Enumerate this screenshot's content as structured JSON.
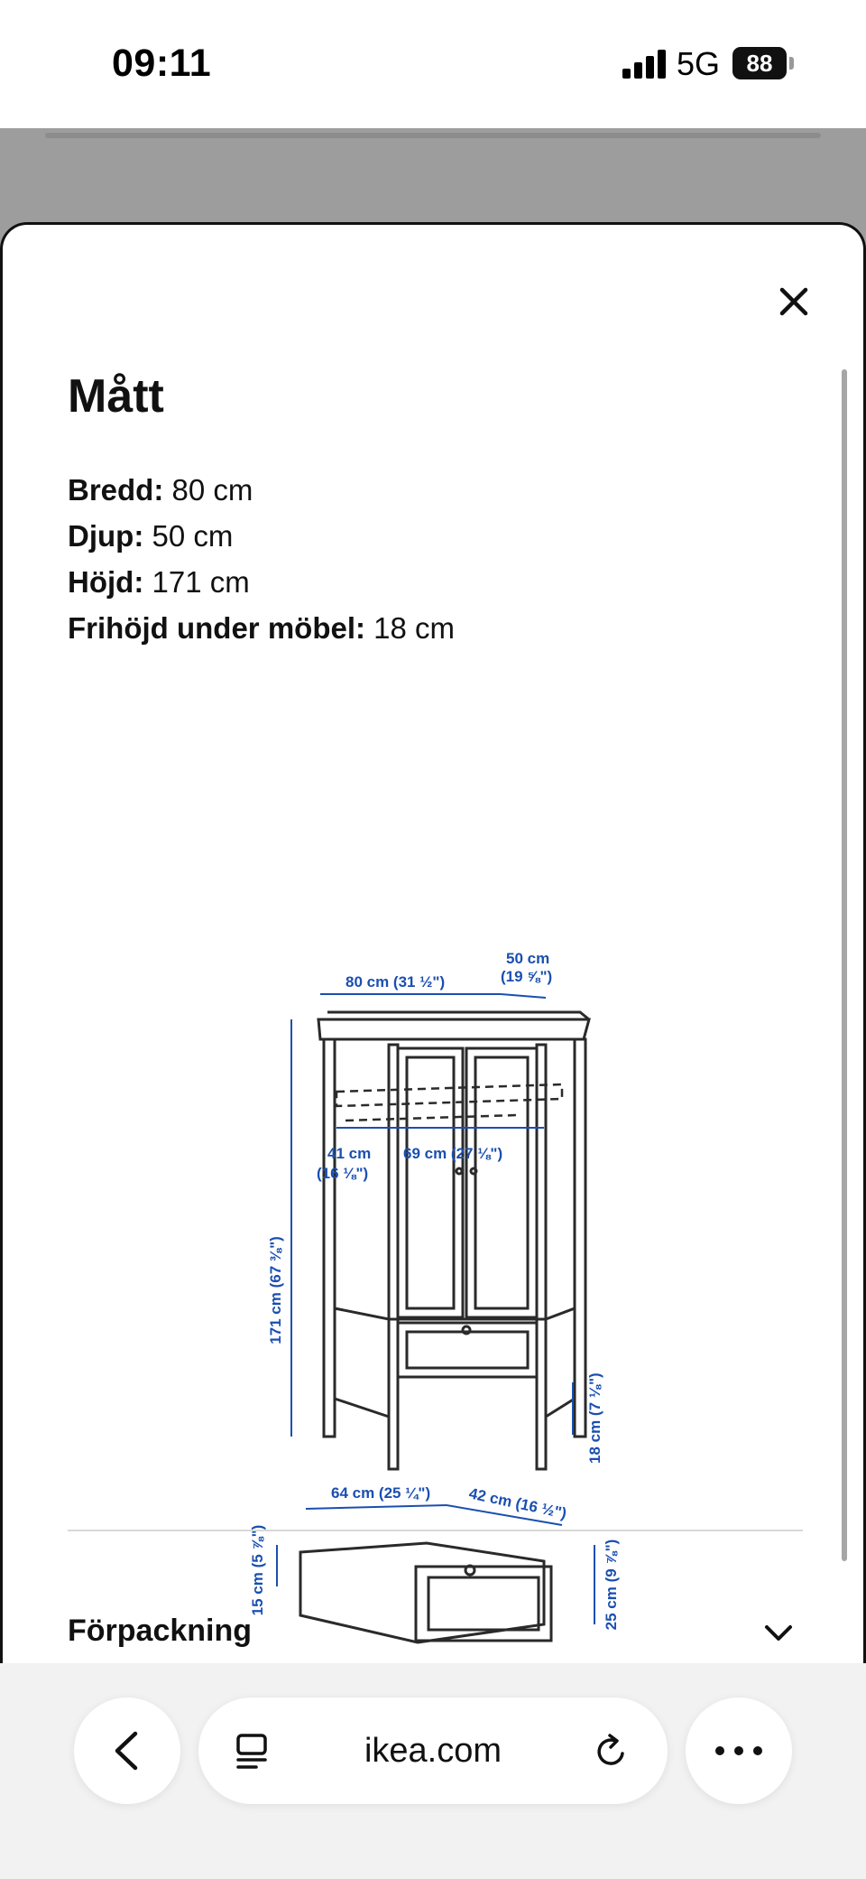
{
  "status_bar": {
    "time": "09:11",
    "network": "5G",
    "battery": "88"
  },
  "sheet": {
    "title": "Mått",
    "specs": [
      {
        "label": "Bredd:",
        "value": "80 cm"
      },
      {
        "label": "Djup:",
        "value": "50 cm"
      },
      {
        "label": "Höjd:",
        "value": "171 cm"
      },
      {
        "label": "Frihöjd under möbel:",
        "value": "18 cm"
      }
    ],
    "diagram": {
      "width": "80 cm (31 ½\")",
      "depth_top": "50 cm",
      "depth_bottom": "(19 ⅝\")",
      "height": "171 cm (67 ⅜\")",
      "inner_depth_top": "41 cm",
      "inner_depth_bottom": "(16 ⅛\")",
      "inner_width": "69 cm (27 ⅛\")",
      "clearance": "18 cm (7 ⅛\")",
      "drawer_width": "64 cm (25 ¼\")",
      "drawer_depth": "42 cm (16 ½\")",
      "drawer_inner_height": "15 cm (5 ⅞\")",
      "drawer_height": "25 cm (9 ⅞\")"
    },
    "accordion_label": "Förpackning"
  },
  "browser": {
    "address": "ikea.com"
  },
  "colors": {
    "dimension_blue": "#1a4fb0",
    "line_dark": "#2a2a2a"
  }
}
